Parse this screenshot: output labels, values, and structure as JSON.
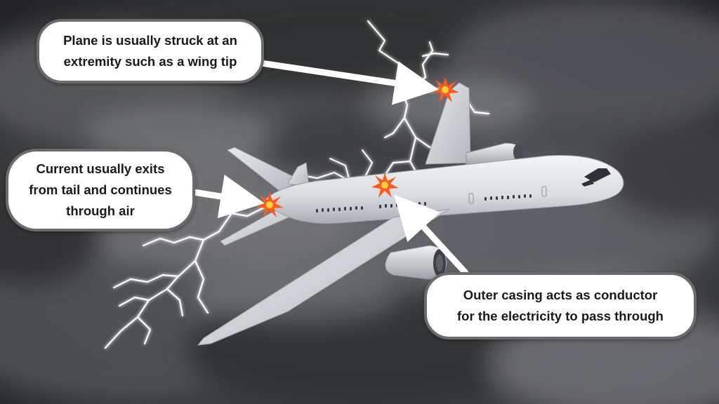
{
  "callouts": {
    "wingtip": {
      "lines": [
        "Plane is usually struck at an",
        "extremity such as a wing tip"
      ]
    },
    "tail": {
      "lines": [
        "Current usually exits",
        "from tail and continues",
        "through air"
      ]
    },
    "casing": {
      "lines": [
        "Outer casing acts as conductor",
        "for the electricity to pass through"
      ]
    }
  },
  "colors": {
    "strike": "#ff5a1f",
    "strike_core": "#ffd23a",
    "callout_border": "#6b6b6b",
    "arrow": "#ffffff"
  }
}
